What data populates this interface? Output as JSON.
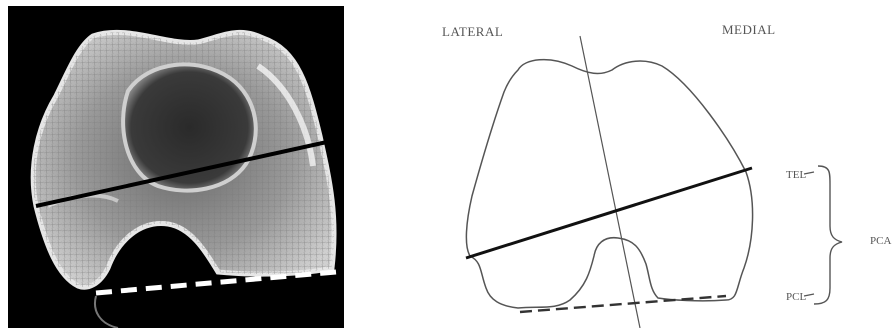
{
  "figure": {
    "left_panel": {
      "kind": "ct-scan",
      "description_name": "axial-ct-distal-femur"
    },
    "right_panel": {
      "labels": {
        "lateral": "LATERAL",
        "medial": "MEDIAL",
        "tel": "TEL",
        "pcl": "PCL",
        "pca": "PCA"
      }
    },
    "colors": {
      "ct_background": "#000000",
      "bone": "#d8d8d8",
      "outline": "#555555",
      "line": "#111111",
      "dash_light": "#ffffff"
    }
  }
}
